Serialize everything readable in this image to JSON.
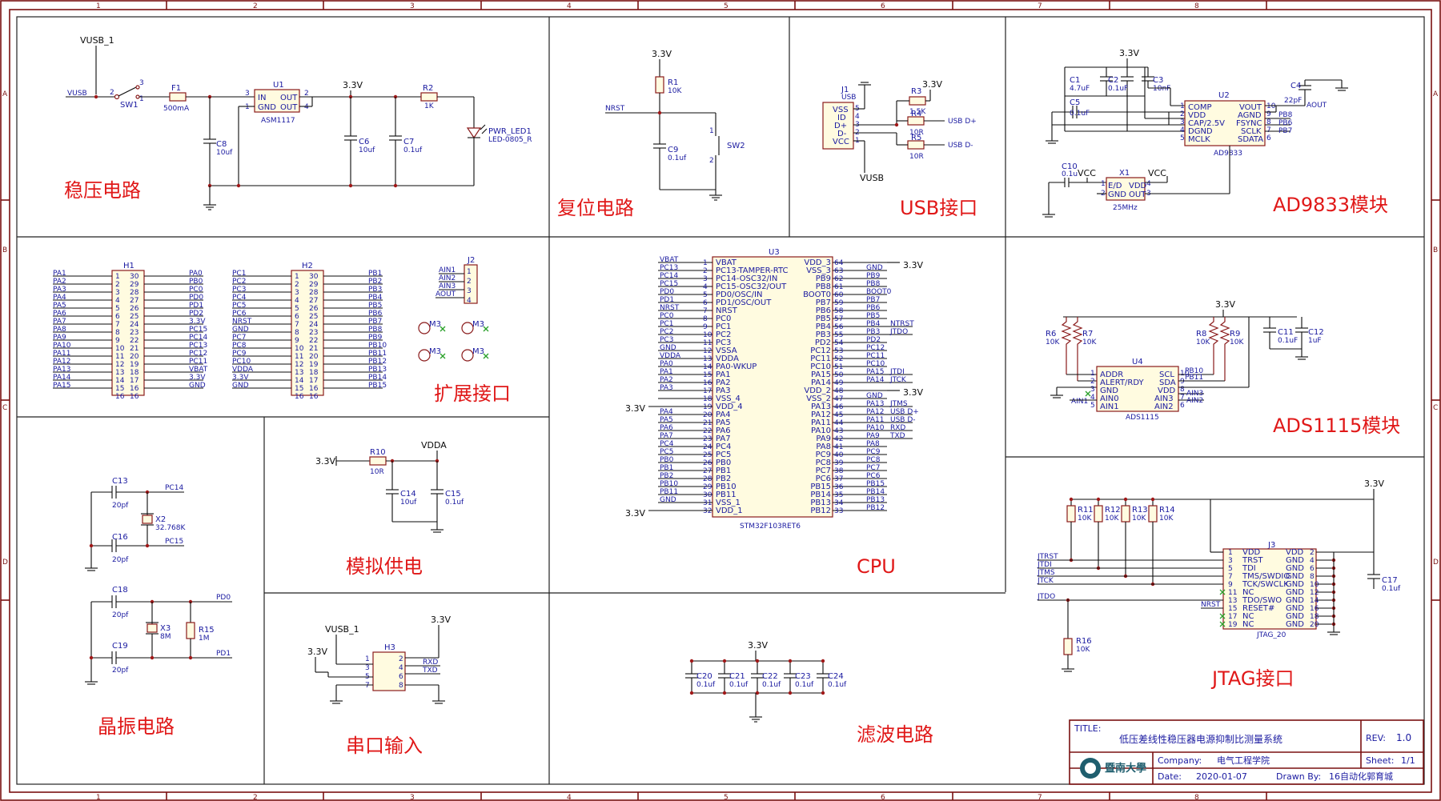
{
  "grid": {
    "cols": [
      "1",
      "2",
      "3",
      "4",
      "5",
      "6",
      "7",
      "8"
    ],
    "rows": [
      "A",
      "B",
      "C",
      "D"
    ]
  },
  "sections": {
    "power": "稳压电路",
    "reset": "复位电路",
    "usb": "USB接口",
    "ad9833": "AD9833模块",
    "expansion": "扩展接口",
    "cpu": "CPU",
    "ads1115": "ADS1115模块",
    "crystal": "晶振电路",
    "analog": "模拟供电",
    "jtag": "JTAG接口",
    "serial": "串口输入",
    "filter": "滤波电路"
  },
  "power": {
    "vusb1": "VUSB_1",
    "vusb": "VUSB",
    "sw1": "SW1",
    "sw_p1": "1",
    "sw_p2": "2",
    "sw_p3": "3",
    "f1": "F1",
    "f1_val": "500mA",
    "u1": "U1",
    "u1_in": "IN",
    "u1_out": "OUT",
    "u1_gnd": "GND",
    "u1_out2": "OUT",
    "u1_p3": "3",
    "u1_p1": "1",
    "u1_p2": "2",
    "u1_p4": "4",
    "u1_val": "ASM1117",
    "v33": "3.3V",
    "c8": "C8",
    "c8_val": "10uf",
    "c6": "C6",
    "c6_val": "10uf",
    "c7": "C7",
    "c7_val": "0.1uf",
    "r2": "R2",
    "r2_val": "1K",
    "led": "PWR_LED1",
    "led_val": "LED-0805_R"
  },
  "reset": {
    "v33": "3.3V",
    "r1": "R1",
    "r1_val": "10K",
    "nrst": "NRST",
    "c9": "C9",
    "c9_val": "0.1uf",
    "sw2": "SW2",
    "p1": "1",
    "p2": "2"
  },
  "usb": {
    "j1": "J1",
    "j1_val": "USB",
    "pins": [
      "VSS",
      "ID",
      "D+",
      "D-",
      "VCC"
    ],
    "pin_nums": [
      "5",
      "4",
      "3",
      "2",
      "1"
    ],
    "v33": "3.3V",
    "r3": "R3",
    "r3_val": "1.5K",
    "r4": "R4",
    "r4_val": "10R",
    "r5": "R5",
    "r5_val": "10R",
    "usbdp": "USB D+",
    "usbdm": "USB D-",
    "vusb": "VUSB"
  },
  "ad9833": {
    "v33": "3.3V",
    "c1": "C1",
    "c1_val": "4.7uF",
    "c2": "C2",
    "c2_val": "0.1uF",
    "c3": "C3",
    "c3_val": "10nF",
    "c4": "C4",
    "c4_val": "22pF",
    "c5": "C5",
    "c5_val": "0.1uF",
    "u2": "U2",
    "u2_val": "AD9833",
    "left_pins": [
      "COMP",
      "VDD",
      "CAP/2.5V",
      "DGND",
      "MCLK"
    ],
    "left_nums": [
      "1",
      "2",
      "3",
      "4",
      "5"
    ],
    "right_pins": [
      "VOUT",
      "AGND",
      "FSYNC",
      "SCLK",
      "SDATA"
    ],
    "right_nums": [
      "10",
      "9",
      "8",
      "7",
      "6"
    ],
    "right_nets": [
      "AOUT",
      "",
      "PB8",
      "PB6",
      "PB7"
    ],
    "c10": "C10",
    "c10_val": "0.1u",
    "vcc": "VCC",
    "vcc2": "VCC",
    "x1": "X1",
    "x1_val": "25MHz",
    "x1_pins": [
      "E/D",
      "VDD",
      "GND",
      "OUT"
    ],
    "x1_nums": [
      "1",
      "4",
      "2",
      "3"
    ]
  },
  "expansion": {
    "h1": "H1",
    "h2": "H2",
    "j2": "J2",
    "h1_left": [
      "PA1",
      "PA2",
      "PA3",
      "PA4",
      "PA5",
      "PA6",
      "PA7",
      "PA8",
      "PA9",
      "PA10",
      "PA11",
      "PA12",
      "PA13",
      "PA14",
      "PA15"
    ],
    "h1_right": [
      "PA0",
      "PB0",
      "PC0",
      "PD0",
      "PD1",
      "PD2",
      "3.3V",
      "PC15",
      "PC14",
      "PC13",
      "PC12",
      "PC11",
      "VBAT",
      "3.3V",
      "GND"
    ],
    "h2_left": [
      "PC1",
      "PC2",
      "PC3",
      "PC4",
      "PC5",
      "PC6",
      "NRST",
      "GND",
      "PC7",
      "PC8",
      "PC9",
      "PC10",
      "VDDA",
      "3.3V",
      "GND"
    ],
    "h2_right": [
      "PB1",
      "PB2",
      "PB3",
      "PB4",
      "PB5",
      "PB6",
      "PB7",
      "PB8",
      "PB9",
      "PB10",
      "PB11",
      "PB12",
      "PB13",
      "PB14",
      "PB15"
    ],
    "left_nums": [
      "1",
      "2",
      "3",
      "4",
      "5",
      "6",
      "7",
      "8",
      "9",
      "10",
      "11",
      "12",
      "13",
      "14",
      "15",
      "16"
    ],
    "right_nums": [
      "30",
      "29",
      "28",
      "27",
      "26",
      "25",
      "24",
      "23",
      "22",
      "21",
      "20",
      "19",
      "18",
      "17",
      "16"
    ],
    "j2_pins": [
      "AIN1",
      "AIN2",
      "AIN3",
      "AOUT"
    ],
    "j2_nums": [
      "1",
      "2",
      "3",
      "4"
    ],
    "m3": "M3"
  },
  "cpu": {
    "u3": "U3",
    "u3_val": "STM32F103RET6",
    "v33a": "3.3V",
    "v33b": "3.3V",
    "v33c": "3.3V",
    "v33d": "3.3V",
    "left_nets": [
      "VBAT",
      "PC13",
      "PC14",
      "PC15",
      "PD0",
      "PD1",
      "NRST",
      "PC0",
      "PC1",
      "PC2",
      "PC3",
      "GND",
      "VDDA",
      "PA0",
      "PA1",
      "PA2",
      "PA3",
      "",
      "",
      "PA4",
      "PA5",
      "PA6",
      "PA7",
      "PC4",
      "PC5",
      "PB0",
      "PB1",
      "PB2",
      "PB10",
      "PB11",
      "GND",
      ""
    ],
    "left_pins": [
      "VBAT",
      "PC13-TAMPER-RTC",
      "PC14-OSC32/IN",
      "PC15-OSC32/OUT",
      "PD0/OSC/IN",
      "PD1/OSC/OUT",
      "NRST",
      "PC0",
      "PC1",
      "PC2",
      "PC3",
      "VSSA",
      "VDDA",
      "PA0-WKUP",
      "PA1",
      "PA2",
      "PA3",
      "VSS_4",
      "VDD_4",
      "PA4",
      "PA5",
      "PA6",
      "PA7",
      "PC4",
      "PC5",
      "PB0",
      "PB1",
      "PB2",
      "PB10",
      "PB11",
      "VSS_1",
      "VDD_1"
    ],
    "right_pins": [
      "VDD_3",
      "VSS_3",
      "PB9",
      "PB8",
      "BOOT0",
      "PB7",
      "PB6",
      "PB5",
      "PB4",
      "PB3",
      "PD2",
      "PC12",
      "PC11",
      "PC10",
      "PA15",
      "PA14",
      "VDD_2",
      "VSS_2",
      "PA13",
      "PA12",
      "PA11",
      "PA10",
      "PA9",
      "PA8",
      "PC9",
      "PC8",
      "PC7",
      "PC6",
      "PB15",
      "PB14",
      "PB13",
      "PB12"
    ],
    "right_nums": [
      "64",
      "63",
      "62",
      "61",
      "60",
      "59",
      "58",
      "57",
      "56",
      "55",
      "54",
      "53",
      "52",
      "51",
      "50",
      "49",
      "48",
      "47",
      "46",
      "45",
      "44",
      "43",
      "42",
      "41",
      "40",
      "39",
      "38",
      "37",
      "36",
      "35",
      "34",
      "33"
    ],
    "right_nets": [
      "",
      "GND",
      "PB9",
      "PB8",
      "BOOT0",
      "PB7",
      "PB6",
      "PB5",
      "PB4",
      "PB3",
      "PD2",
      "PC12",
      "PC11",
      "PC10",
      "PA15",
      "PA14",
      "",
      "GND",
      "PA13",
      "PA12",
      "PA11",
      "PA10",
      "PA9",
      "PA8",
      "PC9",
      "PC8",
      "PC7",
      "PC6",
      "PB15",
      "PB14",
      "PB13",
      "PB12"
    ],
    "right_extra": [
      "",
      "",
      "",
      "",
      "",
      "",
      "",
      "",
      "NTRST",
      "JTDO",
      "",
      "",
      "",
      "",
      "JTDI",
      "JTCK",
      "",
      "",
      "JTMS",
      "USB D+",
      "USB D-",
      "RXD",
      "TXD",
      "",
      "",
      "",
      "",
      "",
      "",
      "",
      "",
      ""
    ]
  },
  "ads1115": {
    "v33": "3.3V",
    "r6": "R6",
    "r6_val": "10K",
    "r7": "R7",
    "r7_val": "10K",
    "r8": "R8",
    "r8_val": "10K",
    "r9": "R9",
    "r9_val": "10K",
    "c11": "C11",
    "c11_val": "0.1uF",
    "c12": "C12",
    "c12_val": "1uF",
    "u4": "U4",
    "u4_val": "ADS1115",
    "left_pins": [
      "ADDR",
      "ALERT/RDY",
      "GND",
      "AIN0",
      "AIN1"
    ],
    "left_nums": [
      "1",
      "2",
      "3",
      "4",
      "5"
    ],
    "right_pins": [
      "SCL",
      "SDA",
      "VDD",
      "AIN3",
      "AIN2"
    ],
    "right_nums": [
      "10",
      "9",
      "8",
      "7",
      "6"
    ],
    "right_nets": [
      "PB10",
      "PB11",
      "",
      "AIN3",
      "AIN2"
    ],
    "ain1": "AIN1"
  },
  "crystal": {
    "c13": "C13",
    "c13_val": "20pf",
    "c16": "C16",
    "c16_val": "20pf",
    "pc14": "PC14",
    "pc15": "PC15",
    "x2": "X2",
    "x2_val": "32.768K",
    "c18": "C18",
    "c18_val": "20pf",
    "c19": "C19",
    "c19_val": "20pf",
    "pd0": "PD0",
    "pd1": "PD1",
    "x3": "X3",
    "x3_val": "8M",
    "r15": "R15",
    "r15_val": "1M"
  },
  "analog": {
    "v33": "3.3V",
    "r10": "R10",
    "r10_val": "10R",
    "vdda": "VDDA",
    "c14": "C14",
    "c14_val": "10uf",
    "c15": "C15",
    "c15_val": "0.1uf"
  },
  "serial": {
    "vusb1": "VUSB_1",
    "v33": "3.3V",
    "v33b": "3.3V",
    "h3": "H3",
    "left_nums": [
      "1",
      "3",
      "5",
      "7"
    ],
    "right_nums": [
      "2",
      "4",
      "6",
      "8"
    ],
    "rxd": "RXD",
    "txd": "TXD"
  },
  "filter": {
    "v33": "3.3V",
    "caps": [
      {
        "ref": "C20",
        "val": "0.1uf"
      },
      {
        "ref": "C21",
        "val": "0.1uf"
      },
      {
        "ref": "C22",
        "val": "0.1uf"
      },
      {
        "ref": "C23",
        "val": "0.1uf"
      },
      {
        "ref": "C24",
        "val": "0.1uf"
      }
    ]
  },
  "jtag": {
    "v33": "3.3V",
    "res": [
      {
        "ref": "R11",
        "val": "10K"
      },
      {
        "ref": "R12",
        "val": "10K"
      },
      {
        "ref": "R13",
        "val": "10K"
      },
      {
        "ref": "R14",
        "val": "10K"
      }
    ],
    "r16": "R16",
    "r16_val": "10K",
    "c17": "C17",
    "c17_val": "0.1uf",
    "j3": "J3",
    "j3_val": "JTAG_20",
    "nets": [
      "JTRST",
      "JTDI",
      "JTMS",
      "JTCK",
      "JTDO",
      "NRST"
    ],
    "left_pins": [
      "VDD",
      "TRST",
      "TDI",
      "TMS/SWDIO",
      "TCK/SWCLK",
      "NC",
      "TDO/SWO",
      "RESET#",
      "NC",
      "NC"
    ],
    "left_nums": [
      "1",
      "3",
      "5",
      "7",
      "9",
      "11",
      "13",
      "15",
      "17",
      "19"
    ],
    "right_pins": [
      "VDD",
      "GND",
      "GND",
      "GND",
      "GND",
      "GND",
      "GND",
      "GND",
      "GND",
      "GND"
    ],
    "right_nums": [
      "2",
      "4",
      "6",
      "8",
      "10",
      "12",
      "14",
      "16",
      "18",
      "20"
    ]
  },
  "title_block": {
    "title_label": "TITLE:",
    "title": "低压差线性稳压器电源抑制比测量系统",
    "rev_label": "REV:",
    "rev": "1.0",
    "company_label": "Company:",
    "company": "电气工程学院",
    "sheet_label": "Sheet:",
    "sheet": "1/1",
    "date_label": "Date:",
    "date": "2020-01-07",
    "drawn_label": "Drawn By:",
    "drawn": "16自动化郭育城",
    "logo_text": "暨南大學"
  }
}
